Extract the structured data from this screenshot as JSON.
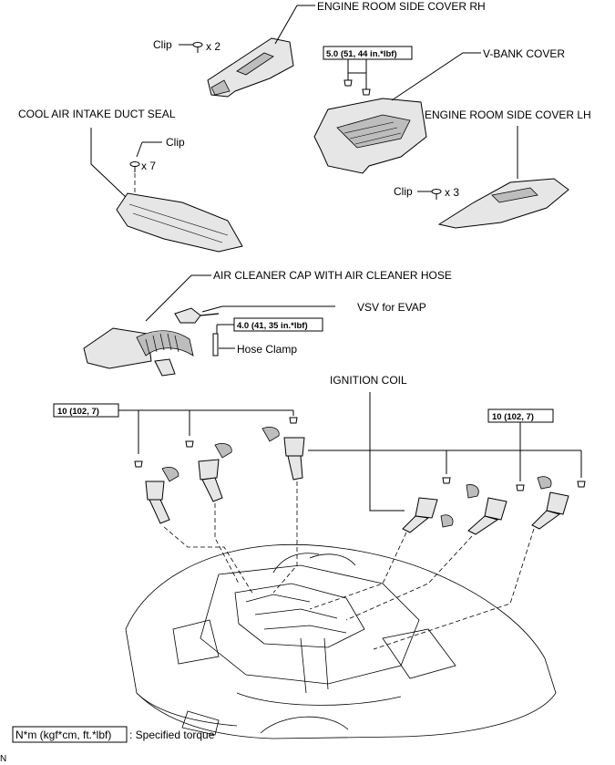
{
  "labels": {
    "engine_room_side_cover_rh": "ENGINE ROOM SIDE COVER RH",
    "v_bank_cover": "V-BANK COVER",
    "engine_room_side_cover_lh": "ENGINE ROOM SIDE COVER LH",
    "cool_air_intake_duct_seal": "COOL AIR INTAKE DUCT SEAL",
    "air_cleaner_cap": "AIR CLEANER CAP WITH AIR CLEANER HOSE",
    "vsv_for_evap": "VSV for EVAP",
    "hose_clamp": "Hose Clamp",
    "ignition_coil": "IGNITION COIL",
    "clip": "Clip",
    "count_rh": "x 2",
    "count_seal": "x 7",
    "count_lh": "x 3"
  },
  "torques": {
    "v_bank": "5.0 (51, 44 in.*lbf)",
    "hose_clamp": "4.0 (41, 35 in.*lbf)",
    "coil_left": "10 (102, 7)",
    "coil_right": "10 (102, 7)"
  },
  "legend": {
    "unit_box": "N*m (kgf*cm, ft.*lbf)",
    "text": ": Specified torque"
  },
  "corner_mark": "N"
}
